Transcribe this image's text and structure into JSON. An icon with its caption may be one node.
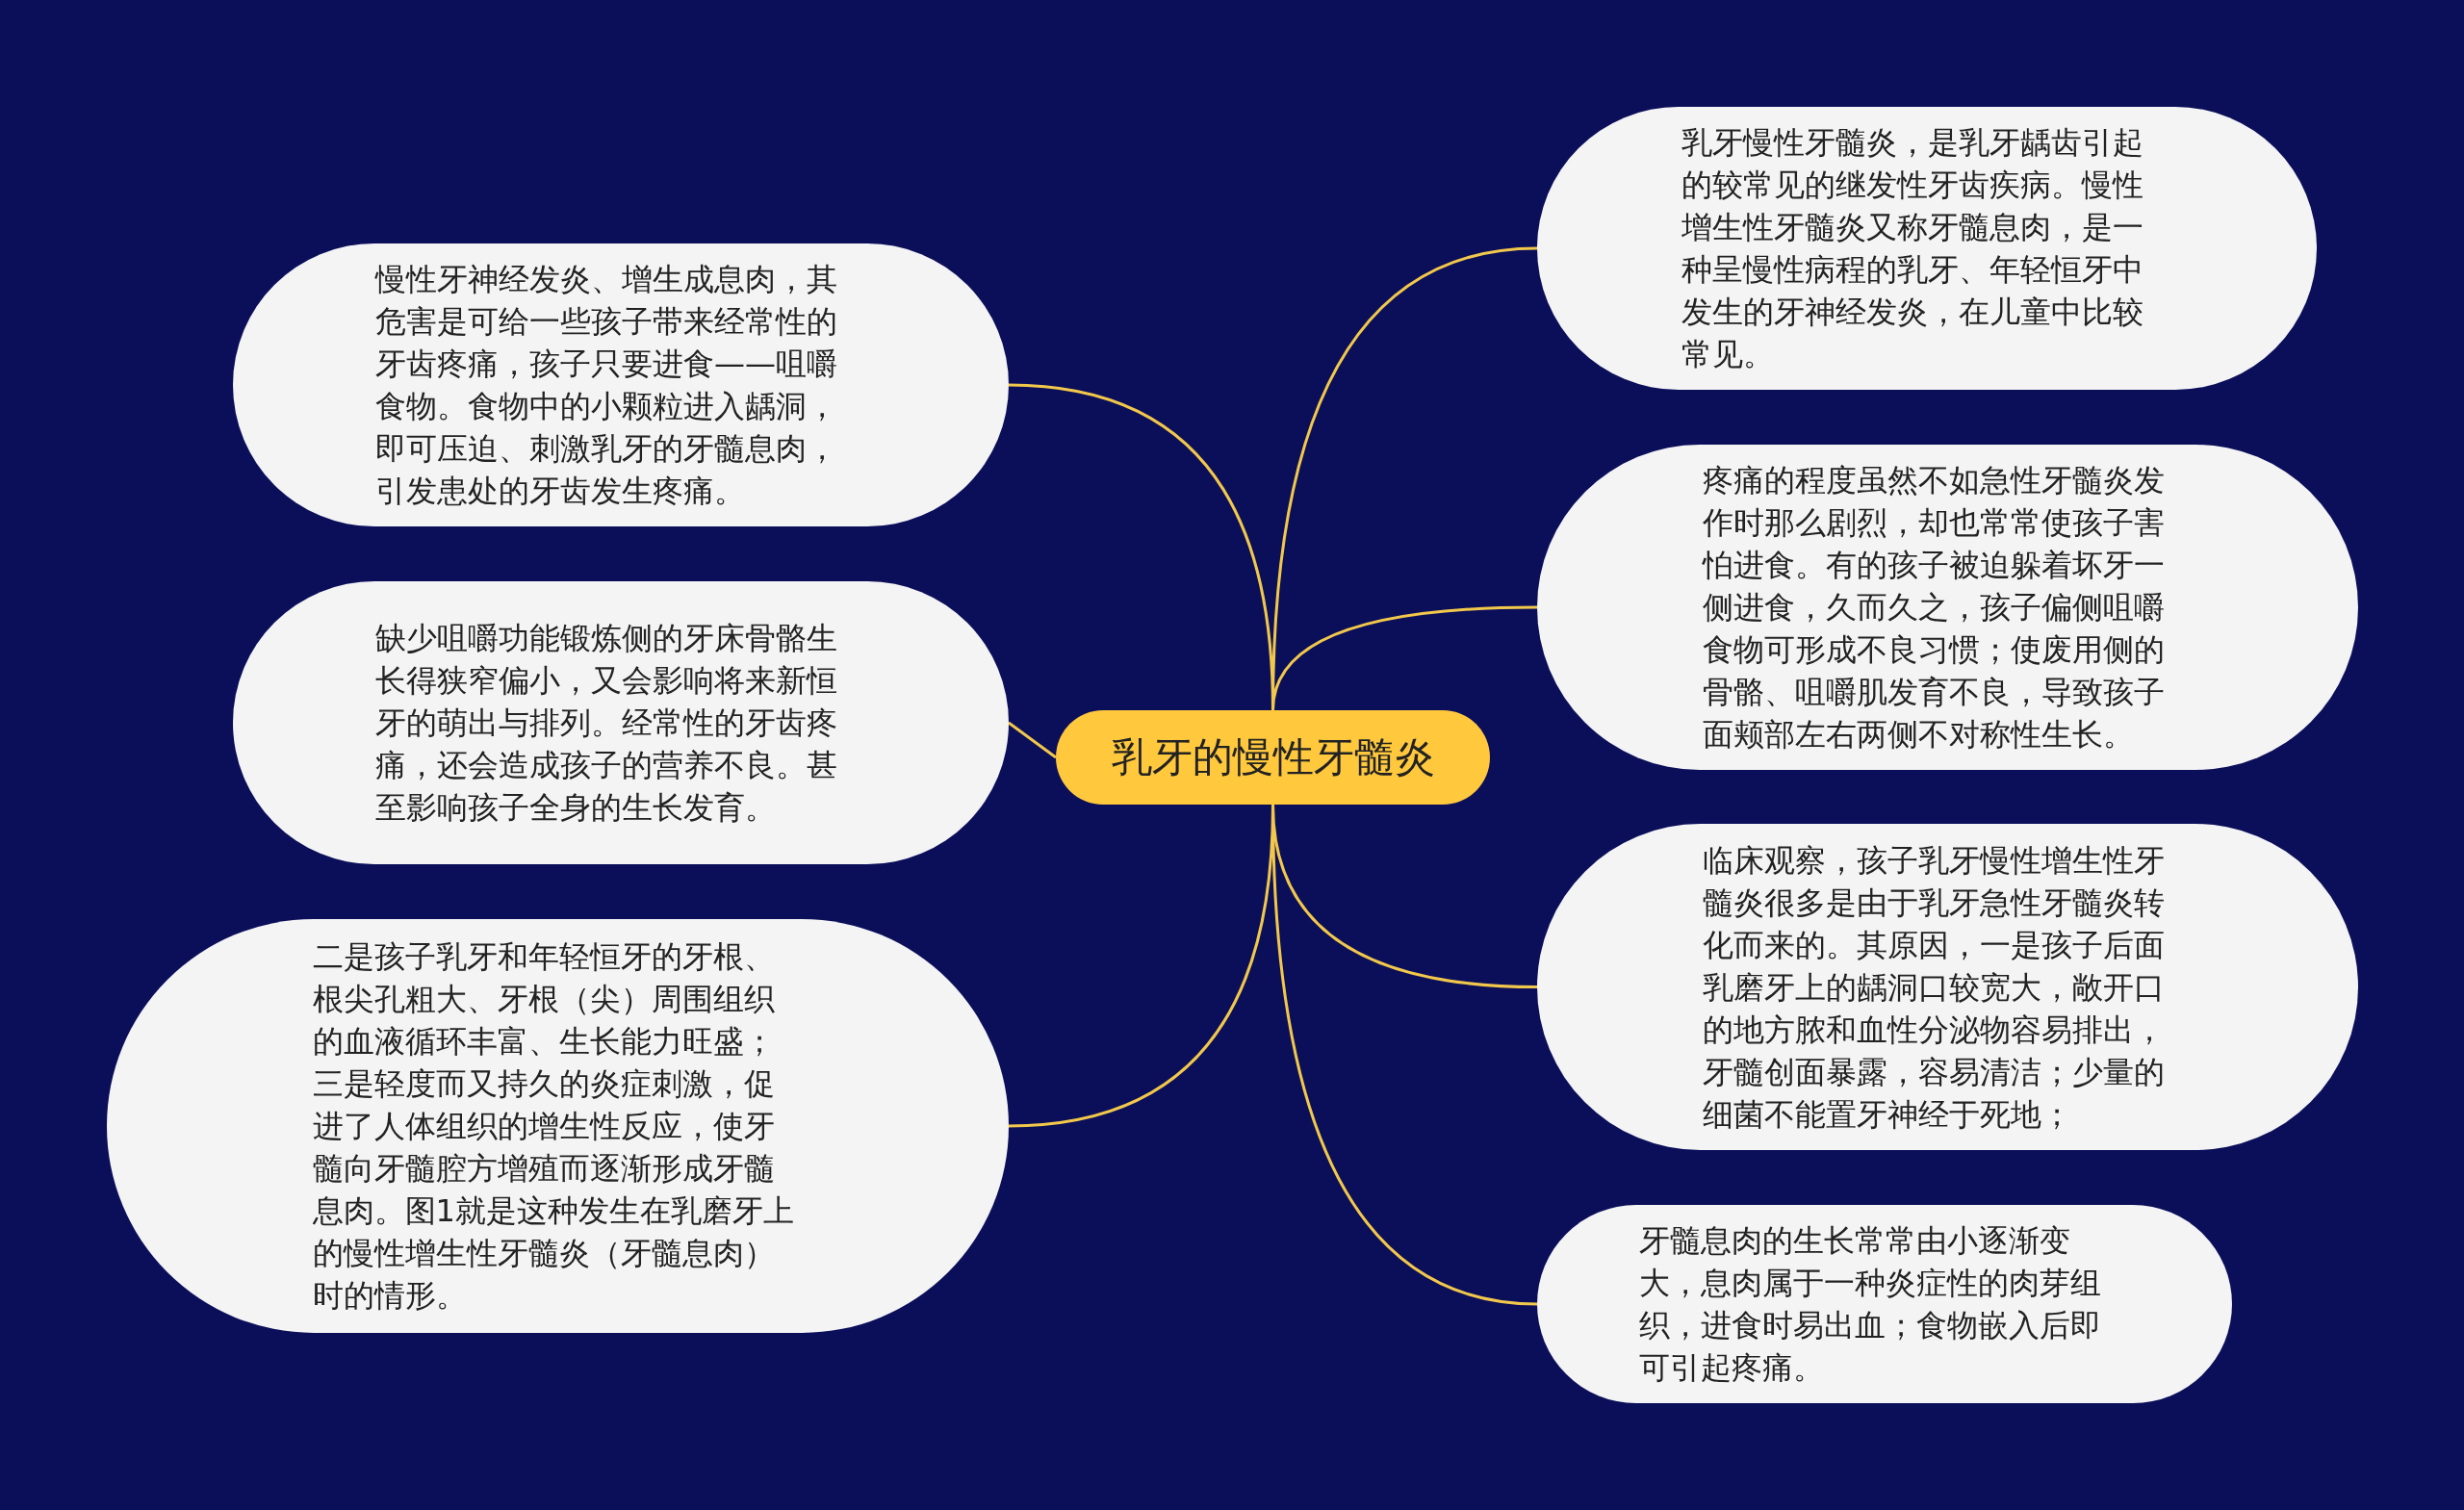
{
  "diagram": {
    "nodes": [
      {
        "text": [
          "乳牙的慢性牙髓炎"
        ]
      },
      {
        "text": [
          "慢性牙神经发炎、增生成息肉，其危害是可给一些孩子带来经常性的牙齿疼痛，孩子只要进食——咀嚼食物。食物中的小颗粒进入龋洞，即可压迫、刺激乳牙的牙髓息肉，引发患处的牙齿发生疼痛。"
        ]
      },
      {
        "text": [
          "缺少咀嚼功能锻炼侧的牙床骨骼生长得狭窄偏小，又会影响将来新恒牙的萌出与排列。经常性的牙齿疼痛，还会造成孩子的营养不良。甚至影响孩子全身的生长发育。"
        ]
      },
      {
        "text": [
          "二是孩子乳牙和年轻恒牙的牙根、根尖孔粗大、牙根（尖）周围组织的血液循环丰富、生长能力旺盛；三是轻度而又持久的炎症刺激，促进了人体组织的增生性反应，使牙髓向牙髓腔方增殖而逐渐形成牙髓息肉。图1就是这种发生在乳磨牙上的慢性增生性牙髓炎（牙髓息肉）时的情形。"
        ]
      },
      {
        "text": [
          "乳牙慢性牙髓炎，是乳牙龋齿引起的较常见的继发性牙齿疾病。慢性增生性牙髓炎又称牙髓息肉，是一种呈慢性病程的乳牙、年轻恒牙中发生的牙神经发炎，在儿童中比较常见。"
        ]
      },
      {
        "text": [
          "疼痛的程度虽然不如急性牙髓炎发作时那么剧烈，却也常常使孩子害怕进食。有的孩子被迫躲着坏牙一侧进食，久而久之，孩子偏侧咀嚼食物可形成不良习惯；使废用侧的骨骼、咀嚼肌发育不良，导致孩子面颊部左右两侧不对称性生长。"
        ]
      },
      {
        "text": [
          "临床观察，孩子乳牙慢性增生性牙髓炎很多是由于乳牙急性牙髓炎转化而来的。其原因，一是孩子后面乳磨牙上的龋洞口较宽大，敞开口的地方脓和血性分泌物容易排出，牙髓创面暴露，容易清洁；少量的细菌不能置牙神经于死地；"
        ]
      },
      {
        "text": [
          "牙髓息肉的生长常常由小逐渐变大，息肉属于一种炎症性的肉芽组织，进食时易出血；食物嵌入后即可引起疼痛。"
        ]
      }
    ],
    "edges": [
      {
        "from": 0,
        "to": 1,
        "arrow": "none"
      },
      {
        "from": 0,
        "to": 2,
        "arrow": "none"
      },
      {
        "from": 0,
        "to": 3,
        "arrow": "none"
      },
      {
        "from": 0,
        "to": 4,
        "arrow": "none"
      },
      {
        "from": 0,
        "to": 5,
        "arrow": "none"
      },
      {
        "from": 0,
        "to": 6,
        "arrow": "none"
      },
      {
        "from": 0,
        "to": 7,
        "arrow": "none"
      }
    ]
  }
}
